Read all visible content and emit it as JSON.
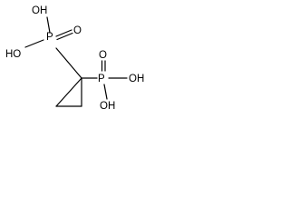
{
  "structure": {
    "atoms": {
      "p_upper": "P",
      "o_upper_double": "O",
      "oh_upper_top": "OH",
      "oh_upper_left": "HO",
      "p_right": "P",
      "o_right_double": "O",
      "oh_right": "OH",
      "oh_right_bottom": "OH"
    }
  }
}
